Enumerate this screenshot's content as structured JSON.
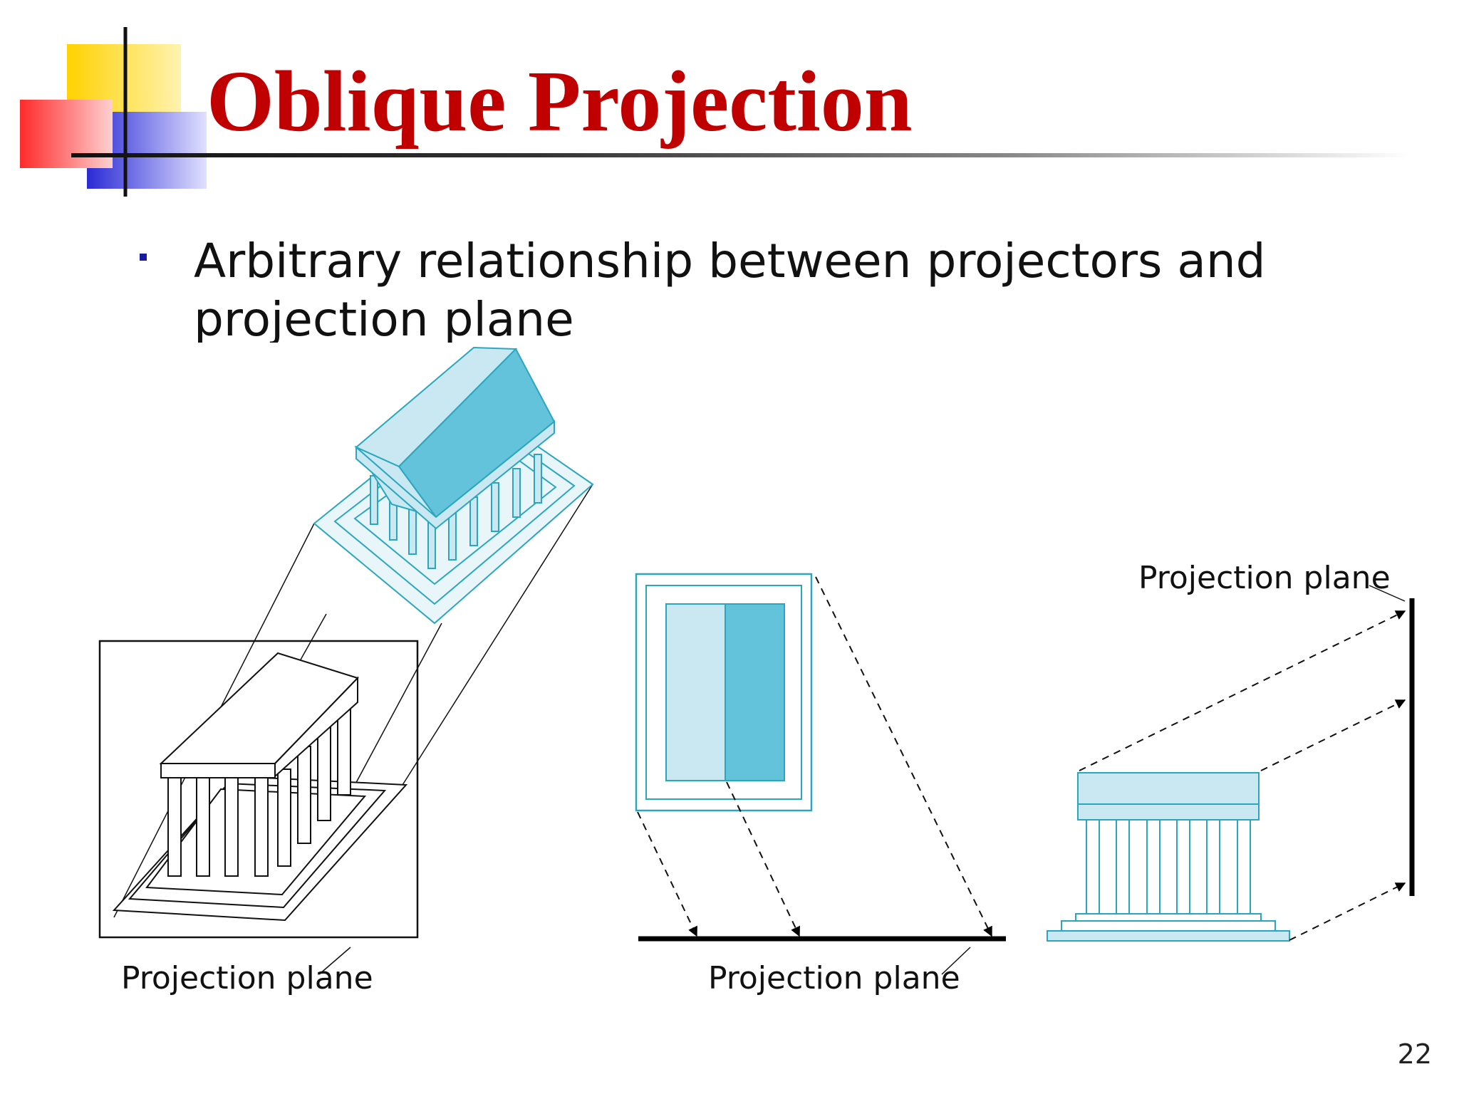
{
  "slide": {
    "title": "Oblique Projection",
    "bullets": [
      "Arbitrary relationship between projectors and projection plane"
    ],
    "page_number": "22"
  },
  "figure": {
    "labels": {
      "left": "Projection plane",
      "middle": "Projection plane",
      "right": "Projection plane"
    }
  },
  "colors": {
    "title": "#c00000",
    "deco_yellow": "#ffd200",
    "deco_red": "#ff3b3b",
    "deco_blue": "#2a2ad6",
    "bullet": "#1a1aa0",
    "light_cyan": "#c9e8f1",
    "mid_cyan": "#62c3da",
    "cyan_stroke": "#2aa6bf"
  }
}
